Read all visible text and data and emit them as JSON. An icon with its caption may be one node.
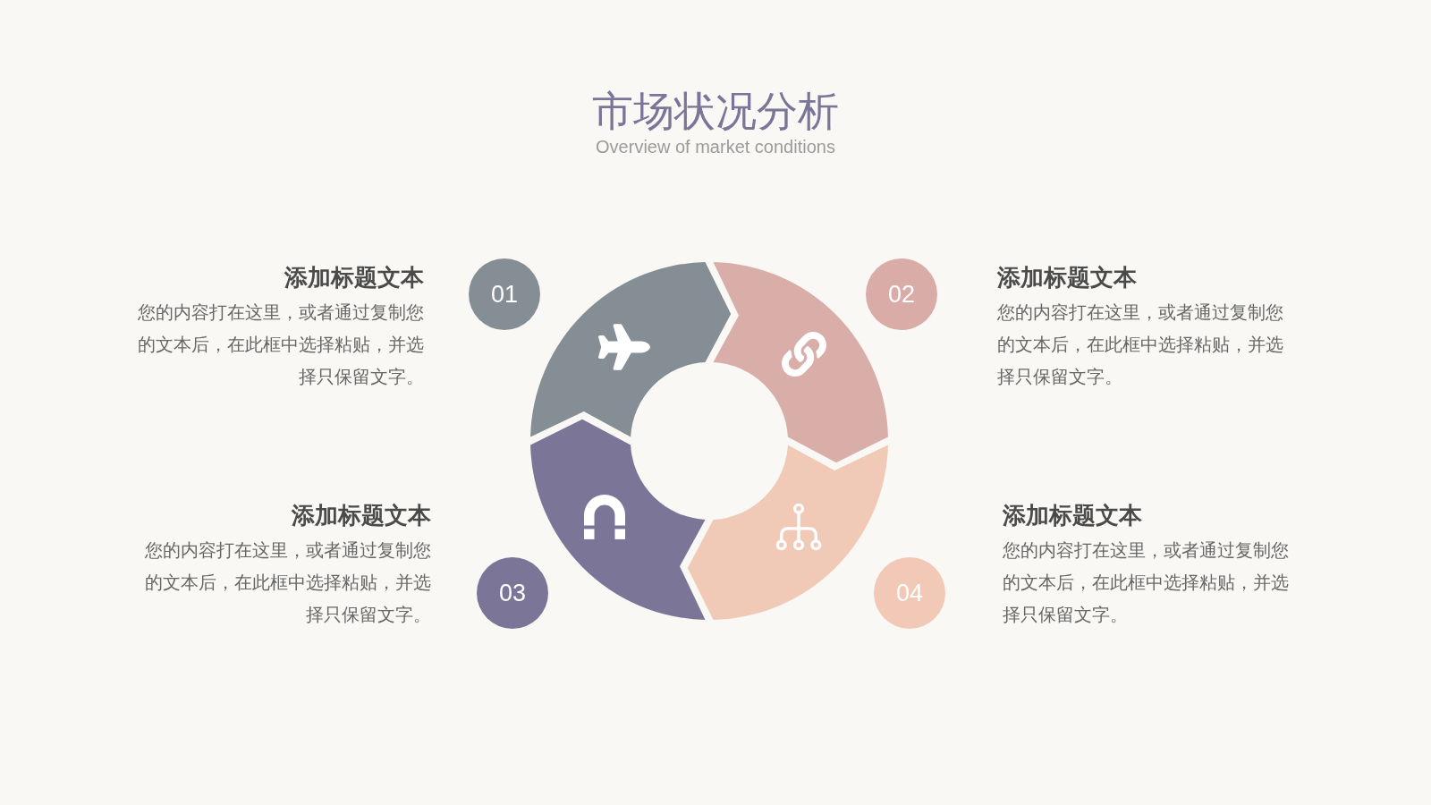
{
  "diagram": {
    "title": "市场状况分析",
    "nodes": [
      {
        "text": [
          "01"
        ],
        "beside": [
          "添加标题文本",
          "您的内容打在这里，或者通过复制您的文本后，在此框中选择粘贴，并选择只保留文字。"
        ]
      },
      {
        "text": [
          "02"
        ],
        "beside": [
          "添加标题文本",
          "您的内容打在这里，或者通过复制您的文本后，在此框中选择粘贴，并选择只保留文字。"
        ]
      },
      {
        "text": [
          "03"
        ],
        "beside": [
          "添加标题文本",
          "您的内容打在这里，或者通过复制您的文本后，在此框中选择粘贴，并选择只保留文字。"
        ]
      },
      {
        "text": [
          "04"
        ],
        "beside": [
          "添加标题文本",
          "您的内容打在这里，或者通过复制您的文本后，在此框中选择粘贴，并选择只保留文字。"
        ]
      },
      {
        "text": [],
        "shape": "arrow"
      },
      {
        "text": [],
        "shape": "arrow"
      },
      {
        "text": [],
        "shape": "arrow"
      },
      {
        "text": [],
        "shape": "arrow"
      }
    ],
    "labels": [
      "Overview of market conditions"
    ]
  }
}
